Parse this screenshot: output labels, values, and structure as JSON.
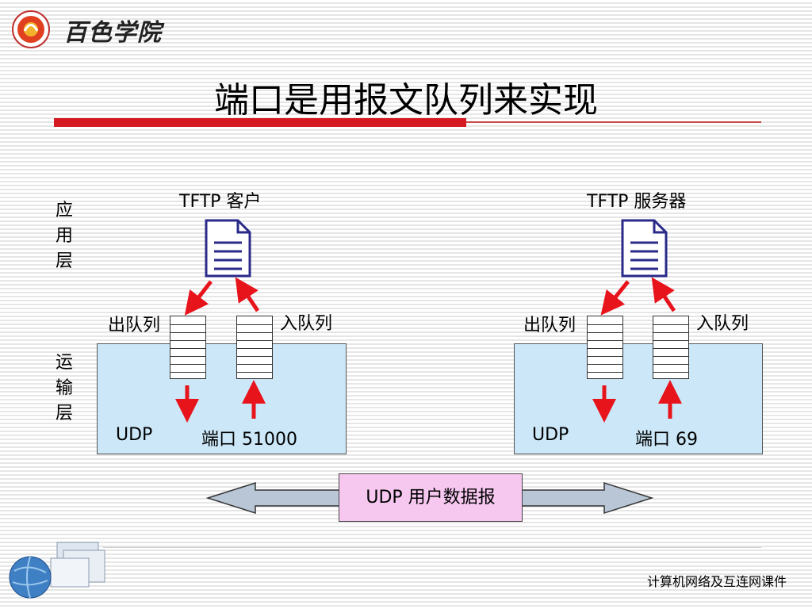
{
  "header": {
    "logo_text": "百色学院",
    "title": "端口是用报文队列来实现"
  },
  "layers": {
    "application": "应用层",
    "transport": "运输层"
  },
  "client": {
    "name": "TFTP 客户",
    "out_queue": "出队列",
    "in_queue": "入队列",
    "protocol": "UDP",
    "port": "端口 51000"
  },
  "server": {
    "name": "TFTP 服务器",
    "out_queue": "出队列",
    "in_queue": "入队列",
    "protocol": "UDP",
    "port": "端口 69"
  },
  "datagram": {
    "label": "UDP 用户数据报"
  },
  "footer": {
    "caption": "计算机网络及互连网课件"
  },
  "colors": {
    "title_bar": "#d61a21",
    "arrow": "#e8141c",
    "udp_box": "#cce8f8",
    "datagram_box": "#f6c8f0",
    "double_arrow": "#b8c6d6",
    "icon": "#2a2a8a"
  },
  "icons": {
    "application_process": "document-icon",
    "datagram_flow": "double-arrow-icon",
    "corner_decoration": "globe-windows-icon"
  }
}
